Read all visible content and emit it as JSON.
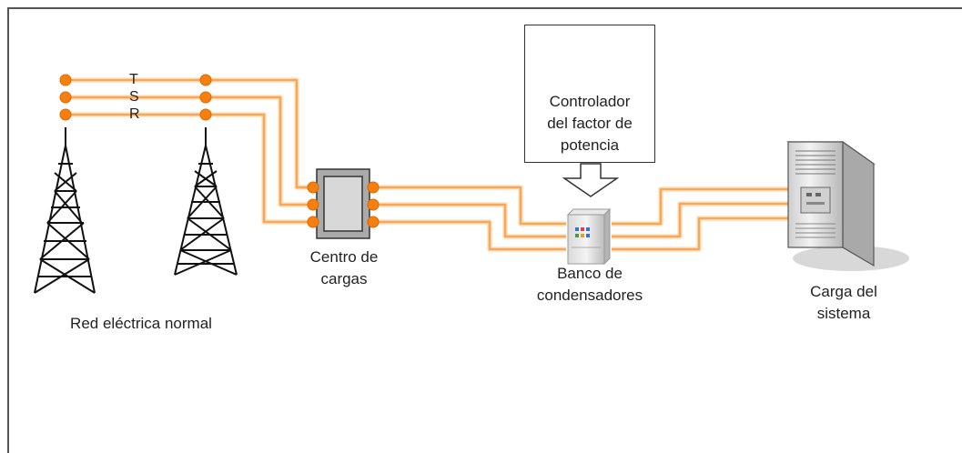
{
  "phases": [
    "T",
    "S",
    "R"
  ],
  "labels": {
    "grid": "Red eléctrica normal",
    "load_center_1": "Centro de",
    "load_center_2": "cargas",
    "controller_1": "Controlador",
    "controller_2": "del factor de",
    "controller_3": "potencia",
    "capacitor_bank_1": "Banco de",
    "capacitor_bank_2": "condensadores",
    "system_load_1": "Carga del",
    "system_load_2": "sistema"
  },
  "colors": {
    "wire": "#f7a24a",
    "wire_light": "#fcd2a6",
    "node": "#f77f10",
    "tower": "#111111",
    "frame": "#555555"
  },
  "icons": [
    "transmission-tower-icon",
    "load-center-panel-icon",
    "power-factor-controller-icon",
    "capacitor-bank-cabinet-icon",
    "server-rack-icon",
    "down-arrow-icon"
  ]
}
